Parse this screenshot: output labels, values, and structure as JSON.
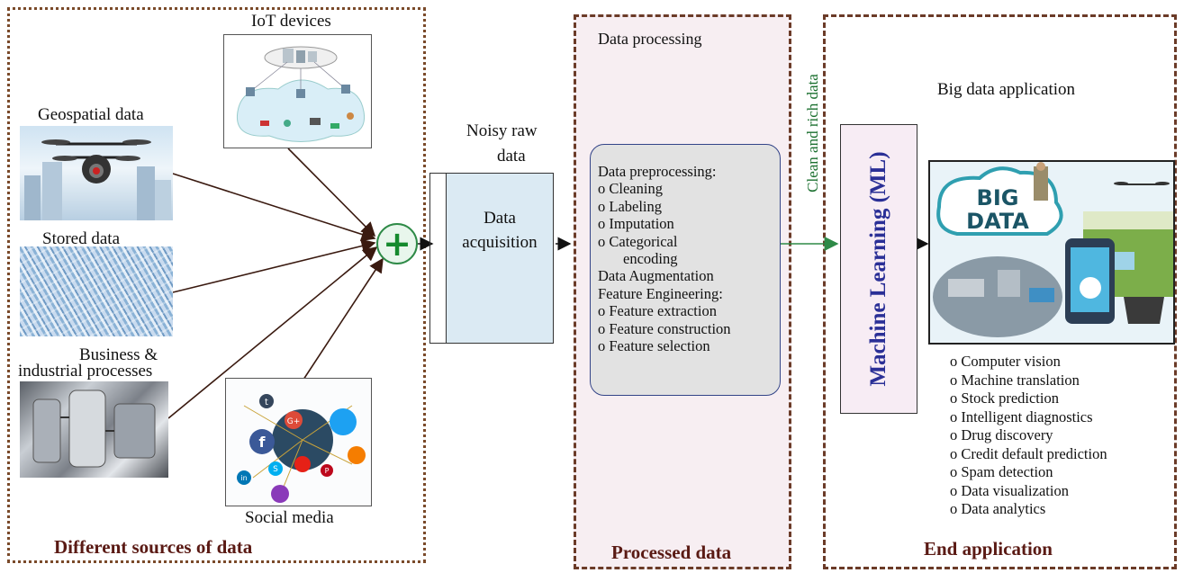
{
  "sources": {
    "caption": "Different sources of data",
    "iot_label": "IoT devices",
    "geo_label": "Geospatial data",
    "stored_label": "Stored data",
    "business_label_1": "Business &",
    "business_label_2": "industrial processes",
    "social_label": "Social media"
  },
  "combine_symbol": "+",
  "noisy": {
    "line1": "Noisy raw",
    "line2": "data"
  },
  "acquisition": {
    "line1": "Data",
    "line2": "acquisition"
  },
  "processing": {
    "title": "Data processing",
    "caption": "Processed data",
    "items": [
      "Data preprocessing:",
      "o Cleaning",
      "o Labeling",
      "o Imputation",
      "o Categorical",
      "   encoding",
      "Data Augmentation",
      "Feature Engineering:",
      "o Feature extraction",
      "o Feature construction",
      "o Feature selection"
    ]
  },
  "clean_label": "Clean and rich data",
  "ml_label": "Machine Learning (ML)",
  "application": {
    "title": "Big data application",
    "caption": "End application",
    "big_data_text_1": "BIG",
    "big_data_text_2": "DATA",
    "items": [
      "o Computer vision",
      "o Machine translation",
      "o Stock prediction",
      "o Intelligent diagnostics",
      "o Drug discovery",
      "o Credit default prediction",
      "o Spam detection",
      "o Data visualization",
      "o Data analytics"
    ]
  },
  "social_icons": [
    "t",
    "G+",
    "f",
    "in",
    "S",
    "P"
  ]
}
